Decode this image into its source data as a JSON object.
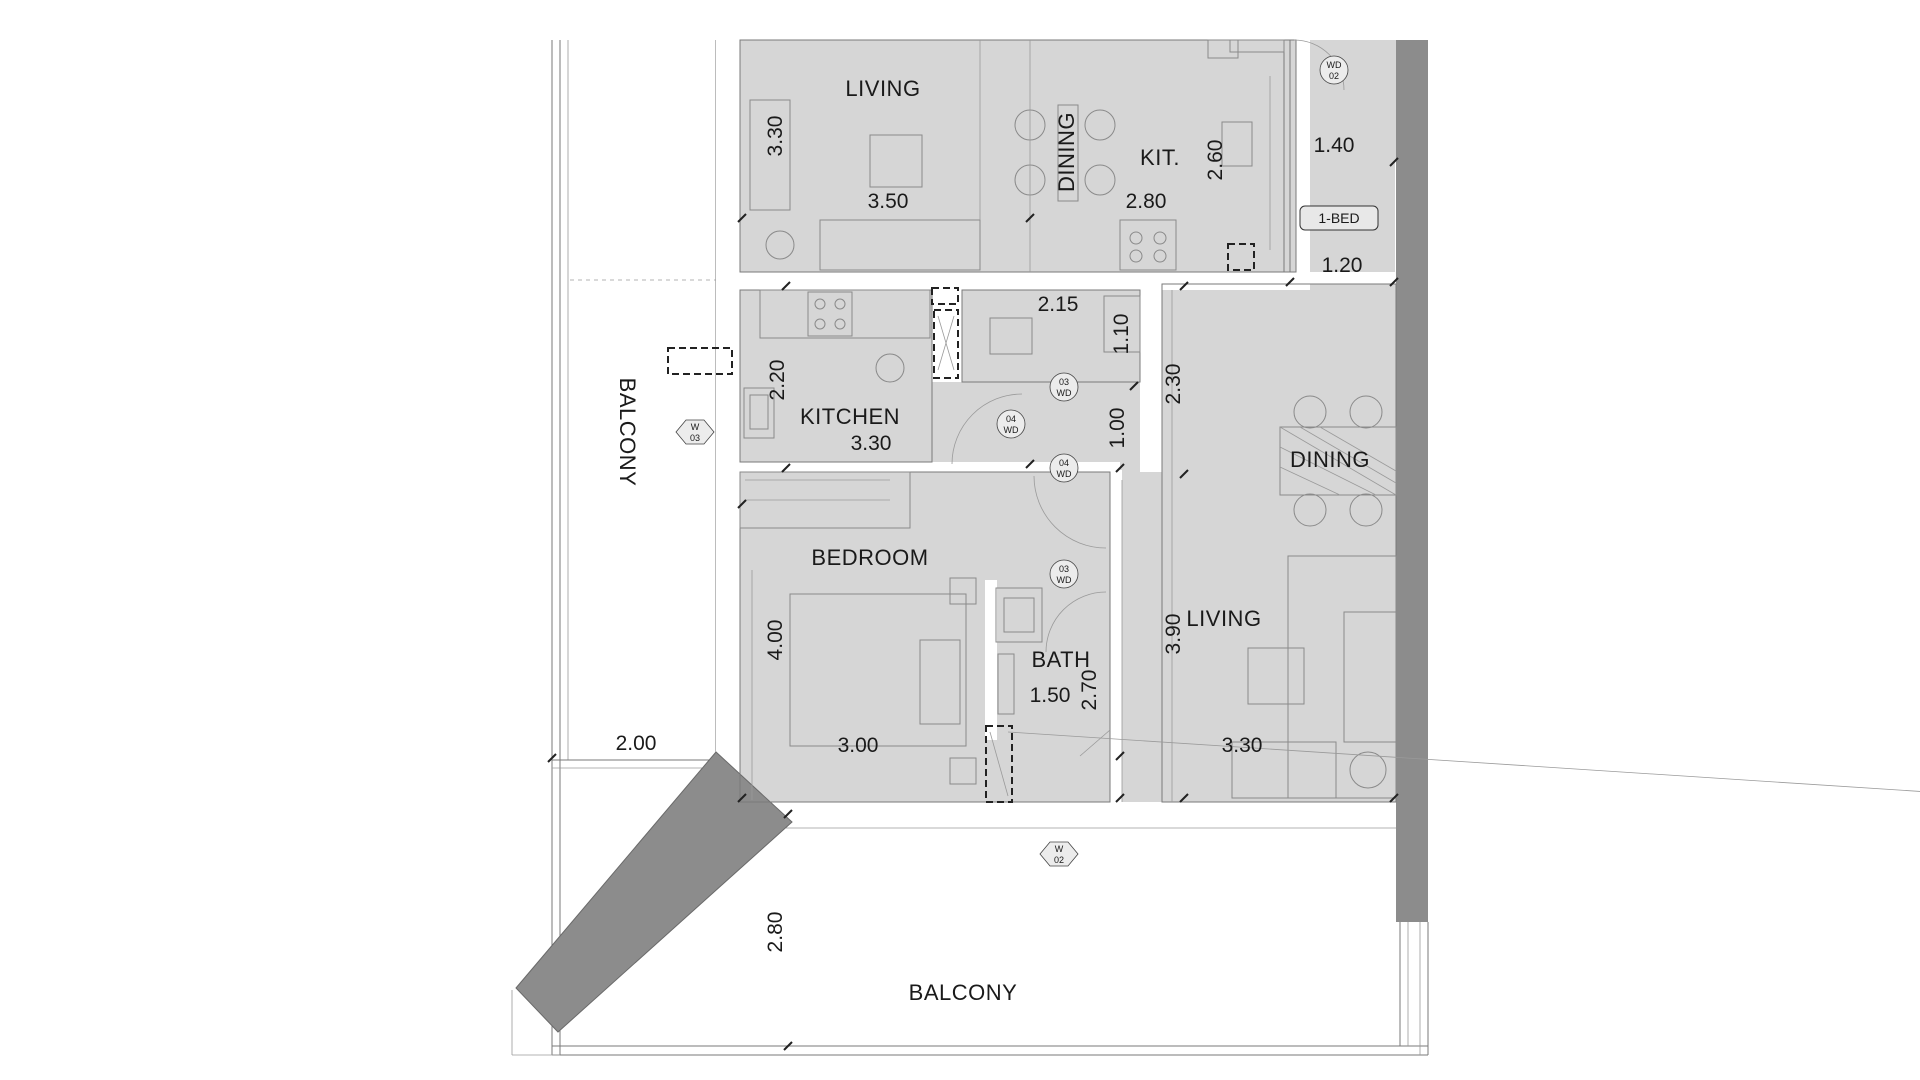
{
  "rooms": {
    "living_top": "LIVING",
    "dining_top": "DINING",
    "kit_top": "KIT.",
    "kitchen": "KITCHEN",
    "bedroom": "BEDROOM",
    "bath": "BATH",
    "dining_right": "DINING",
    "living_right": "LIVING",
    "balcony_left": "BALCONY",
    "balcony_bottom": "BALCONY",
    "unit_badge": "1-BED"
  },
  "dimensions": {
    "d_3_30_top": "3.30",
    "d_3_50": "3.50",
    "d_2_80_top": "2.80",
    "d_2_60": "2.60",
    "d_1_40": "1.40",
    "d_1_20": "1.20",
    "d_2_15": "2.15",
    "d_1_10": "1.10",
    "d_2_20": "2.20",
    "d_3_30_kitchen": "3.30",
    "d_2_30": "2.30",
    "d_1_00": "1.00",
    "d_4_00": "4.00",
    "d_3_00": "3.00",
    "d_1_50": "1.50",
    "d_2_70": "2.70",
    "d_3_90": "3.90",
    "d_3_30_living": "3.30",
    "d_2_00": "2.00",
    "d_2_80_balcony": "2.80"
  },
  "tags": {
    "wd02": [
      "WD",
      "02"
    ],
    "wd03_a": [
      "03",
      "WD"
    ],
    "wd04_a": [
      "04",
      "WD"
    ],
    "wd04_b": [
      "04",
      "WD"
    ],
    "wd03_b": [
      "03",
      "WD"
    ],
    "w03": [
      "W",
      "03"
    ],
    "w02": [
      "W",
      "02"
    ]
  },
  "colors": {
    "floor": "#d6d6d6",
    "wall": "#ffffff",
    "shaft": "#8c8c8c",
    "outline": "#7a7a7a"
  }
}
